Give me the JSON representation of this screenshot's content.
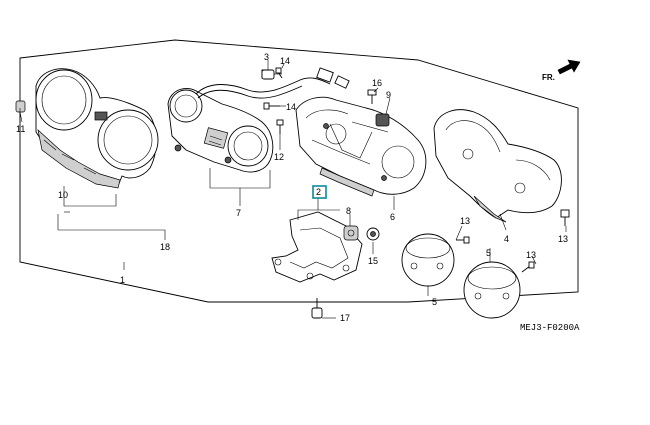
{
  "diagram": {
    "code": "MEJ3-F0200A",
    "direction": "FR.",
    "callouts": {
      "c1": "1",
      "c2": "2",
      "c3": "3",
      "c4": "4",
      "c5a": "5",
      "c5b": "5",
      "c6": "6",
      "c7": "7",
      "c8": "8",
      "c9": "9",
      "c10": "10",
      "c11": "11",
      "c12": "12",
      "c13a": "13",
      "c13b": "13",
      "c13c": "13",
      "c14a": "14",
      "c14b": "14",
      "c15": "15",
      "c16": "16",
      "c17": "17",
      "c18": "18"
    }
  }
}
